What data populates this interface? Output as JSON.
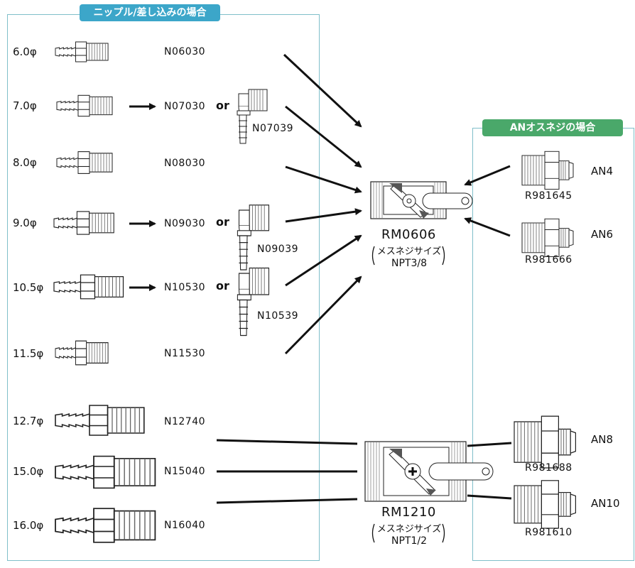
{
  "sections": {
    "nipple_title": "ニップル/差し込みの場合",
    "an_title": "ANオスネジの場合"
  },
  "nipples": [
    {
      "size": "6.0φ",
      "code": "N06030"
    },
    {
      "size": "7.0φ",
      "code": "N07030",
      "alt": "N07039"
    },
    {
      "size": "8.0φ",
      "code": "N08030"
    },
    {
      "size": "9.0φ",
      "code": "N09030",
      "alt": "N09039"
    },
    {
      "size": "10.5φ",
      "code": "N10530",
      "alt": "N10539"
    },
    {
      "size": "11.5φ",
      "code": "N11530"
    },
    {
      "size": "12.7φ",
      "code": "N12740"
    },
    {
      "size": "15.0φ",
      "code": "N15040"
    },
    {
      "size": "16.0φ",
      "code": "N16040"
    }
  ],
  "or_label": "or",
  "valves": [
    {
      "name": "RM0606",
      "note": "メスネジサイズ",
      "thread": "NPT3/8"
    },
    {
      "name": "RM1210",
      "note": "メスネジサイズ",
      "thread": "NPT1/2"
    }
  ],
  "an_fittings": [
    {
      "an": "AN4",
      "code": "R981645"
    },
    {
      "an": "AN6",
      "code": "R981666"
    },
    {
      "an": "AN8",
      "code": "R981688"
    },
    {
      "an": "AN10",
      "code": "R981610"
    }
  ],
  "colors": {
    "left_tag": "#3ca6c9",
    "right_tag": "#4aa86a",
    "panel_border": "#7fbfc9"
  }
}
